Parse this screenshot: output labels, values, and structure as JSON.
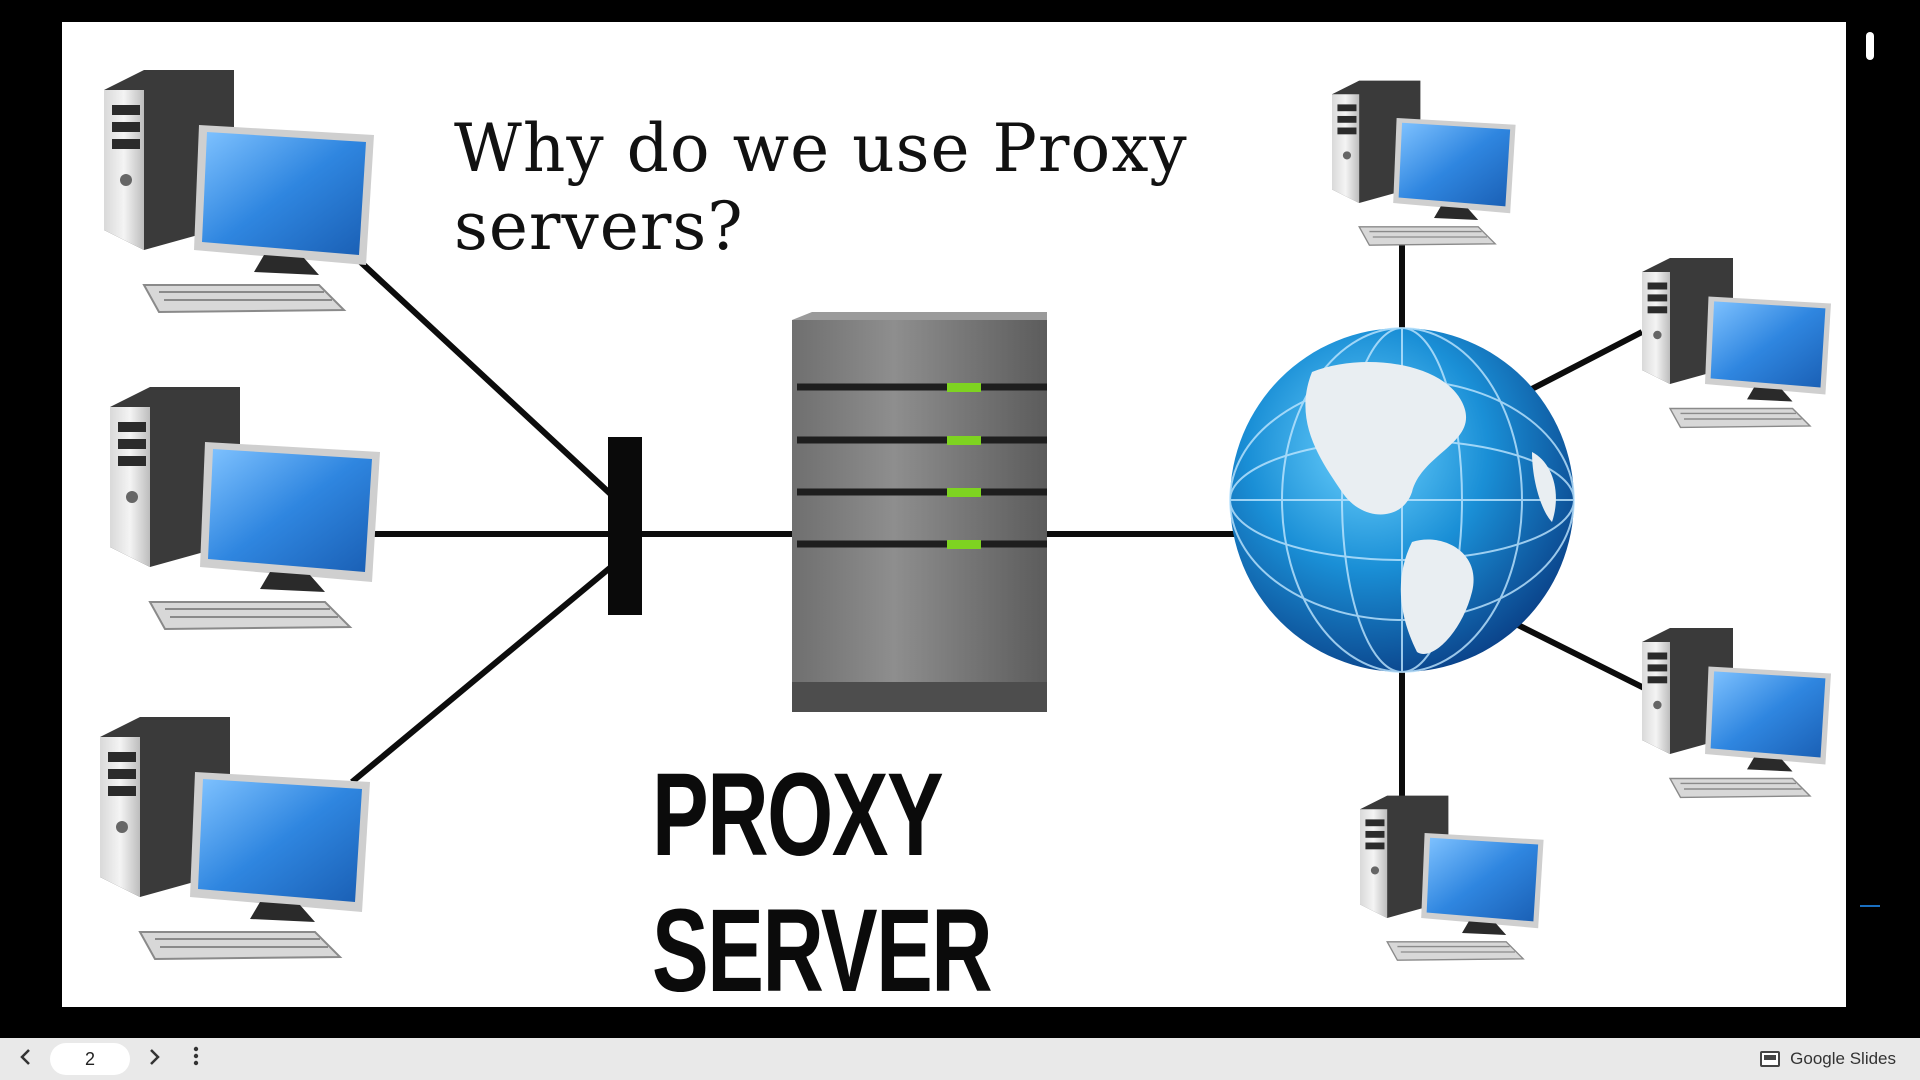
{
  "slide": {
    "title": "Why do we use Proxy servers?",
    "label": "PROXY SERVER"
  },
  "diagram": {
    "left_clients": [
      "computer",
      "computer",
      "computer"
    ],
    "right_clients": [
      "computer",
      "computer",
      "computer",
      "computer"
    ],
    "center": "server",
    "right_hub": "globe"
  },
  "toolbar": {
    "prev_icon": "chevron-left-icon",
    "page_number": "2",
    "next_icon": "chevron-right-icon",
    "more_icon": "more-vert-icon",
    "brand_label": "Google Slides"
  },
  "colors": {
    "server_led": "#7ed321",
    "screen_blue": "#2f86e0",
    "globe_blue": "#1a6fc0",
    "bar_bg": "#e9e9e9"
  }
}
